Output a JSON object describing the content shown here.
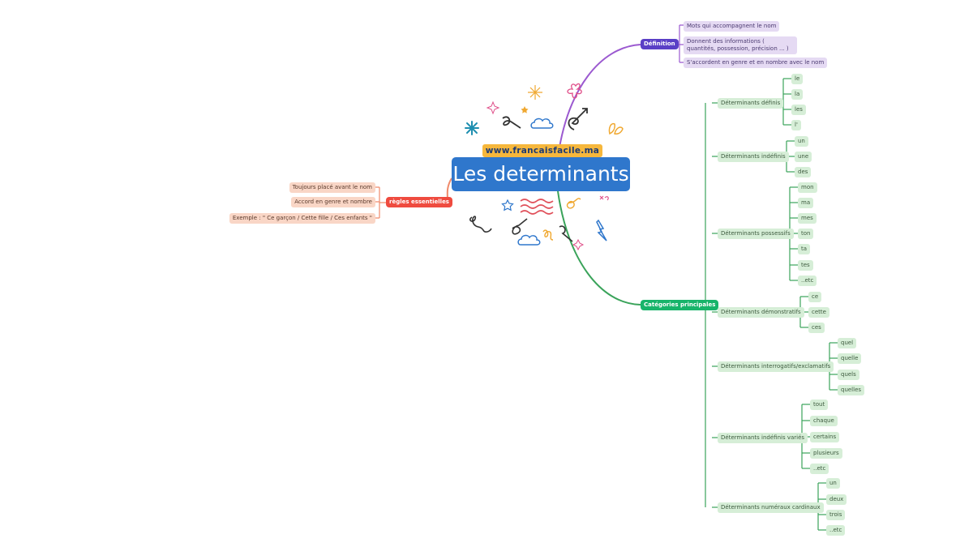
{
  "central": {
    "title": "Les determinants",
    "site": "www.francaisfacile.ma"
  },
  "definition": {
    "label": "Définition",
    "items": [
      "Mots qui accompagnent le nom",
      "Donnent des informations ( quantités, possession, précision ... )",
      "S'accordent en genre et en nombre avec le nom"
    ]
  },
  "regles": {
    "label": "règles essentielles",
    "items": [
      "Toujours placé avant le nom",
      "Accord en genre et nombre",
      "Exemple : \" Ce garçon / Cette fille / Ces enfants \""
    ]
  },
  "categories": {
    "label": "Catégories principales",
    "groups": [
      {
        "label": "Déterminants définis",
        "items": [
          "le",
          "la",
          "les",
          "l'"
        ]
      },
      {
        "label": "Déterminants indéfinis",
        "items": [
          "un",
          "une",
          "des"
        ]
      },
      {
        "label": "Déterminants possessifs",
        "items": [
          "mon",
          "ma",
          "mes",
          "ton",
          "ta",
          "tes",
          "..etc"
        ]
      },
      {
        "label": "Déterminants démonstratifs",
        "items": [
          "ce",
          "cette",
          "ces"
        ]
      },
      {
        "label": "Déterminants interrogatifs/exclamatifs",
        "items": [
          "quel",
          "quelle",
          "quels",
          "quelles"
        ]
      },
      {
        "label": "Déterminants indéfinis variés",
        "items": [
          "tout",
          "chaque",
          "certains",
          "plusieurs",
          "..etc"
        ]
      },
      {
        "label": "Déterminants numéraux cardinaux",
        "items": [
          "un",
          "deux",
          "trois",
          "..etc"
        ]
      }
    ]
  },
  "colors": {
    "central": "#2f77cc",
    "site_badge": "#f6b73c",
    "definition_hub": "#5a3fc6",
    "categories_hub": "#18b46a",
    "regles_hub": "#ef4b3f",
    "definition_line": "#9b59d0",
    "categories_line": "#3aa35a",
    "regles_line": "#f08a6a"
  },
  "decorations": [
    "asterisk-icon",
    "sparkle-icon",
    "swirl-icon",
    "cloud-icon",
    "arrow-icon",
    "flower-icon",
    "wave-icon",
    "star-icon",
    "squiggle-icon",
    "lightning-icon",
    "leaf-icon",
    "scribble-icon"
  ]
}
